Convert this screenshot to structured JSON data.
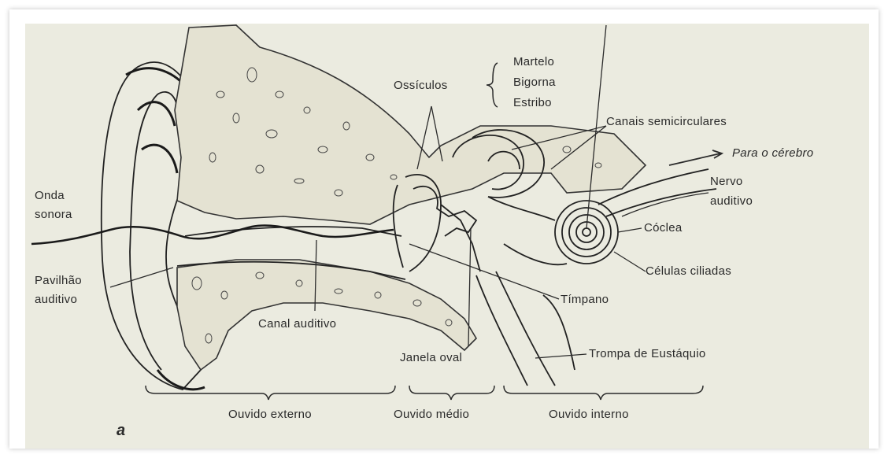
{
  "labels": {
    "ossiculos": "Ossículos",
    "martelo": "Martelo",
    "bigorna": "Bigorna",
    "estribo": "Estribo",
    "canais": "Canais semicirculares",
    "cerebro": "Para o cérebro",
    "nervo_1": "Nervo",
    "nervo_2": "auditivo",
    "onda_1": "Onda",
    "onda_2": "sonora",
    "coclea": "Cóclea",
    "pavilhao_1": "Pavilhão",
    "pavilhao_2": "auditivo",
    "celulas": "Células ciliadas",
    "timpano": "Tímpano",
    "canal": "Canal auditivo",
    "janela": "Janela oval",
    "trompa": "Trompa de Eustáquio",
    "externo": "Ouvido externo",
    "medio": "Ouvido médio",
    "interno": "Ouvido interno",
    "fig": "a"
  },
  "colors": {
    "paper": "#ebebe0",
    "ink": "#2b2b2b"
  }
}
